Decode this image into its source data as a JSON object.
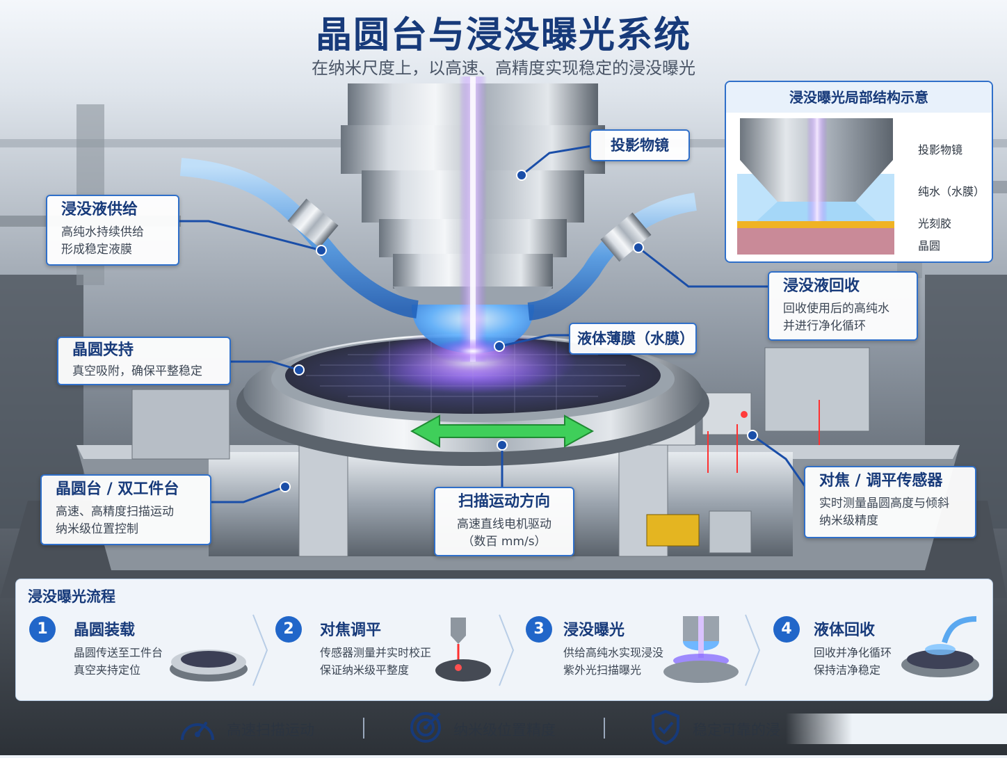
{
  "title": "晶圆台与浸没曝光系统",
  "subtitle": "在纳米尺度上，以高速、高精度实现稳定的浸没曝光",
  "callouts": {
    "projection_lens": "投影物镜",
    "supply": {
      "heading": "浸没液供给",
      "line1": "高纯水持续供给",
      "line2": "形成稳定液膜"
    },
    "recovery": {
      "heading": "浸没液回收",
      "line1": "回收使用后的高纯水",
      "line2": "并进行净化循环"
    },
    "film": "液体薄膜（水膜）",
    "chuck": {
      "heading": "晶圆夹持",
      "line1": "真空吸附，确保平整稳定"
    },
    "stage": {
      "heading": "晶圆台 / 双工件台",
      "line1": "高速、高精度扫描运动",
      "line2": "纳米级位置控制"
    },
    "scan": {
      "heading": "扫描运动方向",
      "line1": "高速直线电机驱动",
      "line2": "（数百 mm/s）"
    },
    "sensor": {
      "heading": "对焦 / 调平传感器",
      "line1": "实时测量晶圆高度与倾斜",
      "line2": "纳米级精度"
    }
  },
  "inset": {
    "title": "浸没曝光局部结构示意",
    "labels": [
      "投影物镜",
      "纯水（水膜）",
      "光刻胶",
      "晶圆"
    ]
  },
  "process": {
    "title": "浸没曝光流程",
    "steps": [
      {
        "num": "1",
        "heading": "晶圆装载",
        "line1": "晶圆传送至工件台",
        "line2": "真空夹持定位"
      },
      {
        "num": "2",
        "heading": "对焦调平",
        "line1": "传感器测量并实时校正",
        "line2": "保证纳米级平整度"
      },
      {
        "num": "3",
        "heading": "浸没曝光",
        "line1": "供给高纯水实现浸没",
        "line2": "紫外光扫描曝光"
      },
      {
        "num": "4",
        "heading": "液体回收",
        "line1": "回收并净化循环",
        "line2": "保持洁净稳定"
      }
    ]
  },
  "features": [
    "高速扫描运动",
    "纳米级位置精度",
    "稳定可靠的浸"
  ],
  "colors": {
    "accent": "#2166c9",
    "title": "#173a7a",
    "beam": "#a86bff",
    "scan_arrow": "#3fcf5a"
  },
  "icons": [
    "speedometer-icon",
    "target-icon",
    "shield-check-icon"
  ]
}
